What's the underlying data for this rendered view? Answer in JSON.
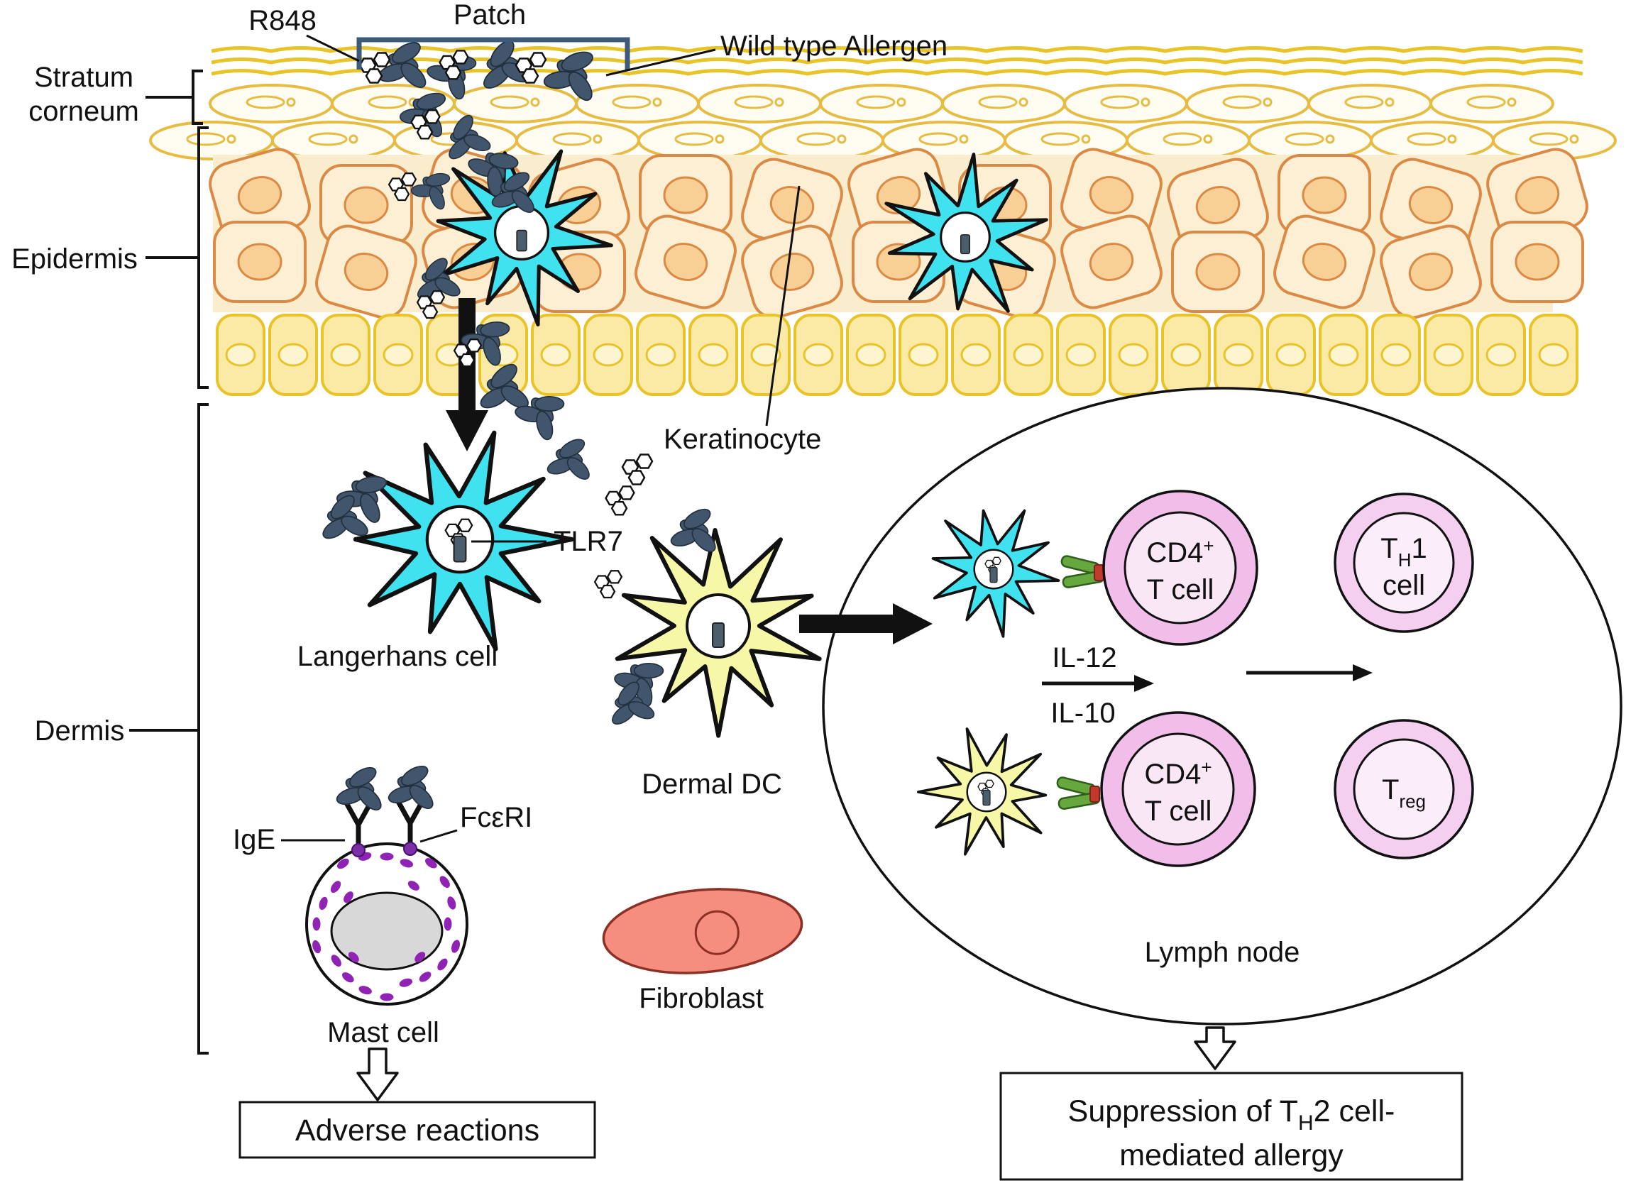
{
  "figure": {
    "top": {
      "r848": "R848",
      "patch": "Patch",
      "wild_type_allergen": "Wild type Allergen"
    },
    "layers": {
      "stratum_line1": "Stratum",
      "stratum_line2": "corneum",
      "epidermis": "Epidermis",
      "dermis": "Dermis"
    },
    "cells": {
      "keratinocyte": "Keratinocyte",
      "langerhans": "Langerhans cell",
      "dermal_dc": "Dermal DC",
      "mast": "Mast cell",
      "fibroblast": "Fibroblast"
    },
    "receptors": {
      "tlr7": "TLR7",
      "ige": "IgE",
      "fceri": "FcεRI"
    },
    "lymph": {
      "title": "Lymph node",
      "il12": "IL-12",
      "il10": "IL-10",
      "cd4": {
        "base": "CD4",
        "sup": "+",
        "line2": "T cell"
      },
      "th1": {
        "t": "T",
        "sub": "H",
        "num": "1",
        "line2": "cell"
      },
      "treg": {
        "t": "T",
        "sub": "reg"
      }
    },
    "outcomes": {
      "adverse": "Adverse reactions",
      "suppression": {
        "part1": "Suppression of T",
        "sub": "H",
        "part2": "2 cell-",
        "line2": "mediated allergy"
      }
    }
  },
  "colors": {
    "langerhans": "#3FE2EE",
    "dermal_dc": "#F7F7A8",
    "allergen": "#41566C",
    "t_cell_ring": "#F1BEE9",
    "t_cell_inner": "#FAE7F6",
    "th_ring": "#F4CFEF",
    "th_inner": "#FBEDF9",
    "fibroblast": "#F58E7E",
    "patch": "#3C5A7A",
    "skin_yellow": "#E9C428",
    "skin_orange": "#DB8A45",
    "granule": "#9023B5"
  }
}
